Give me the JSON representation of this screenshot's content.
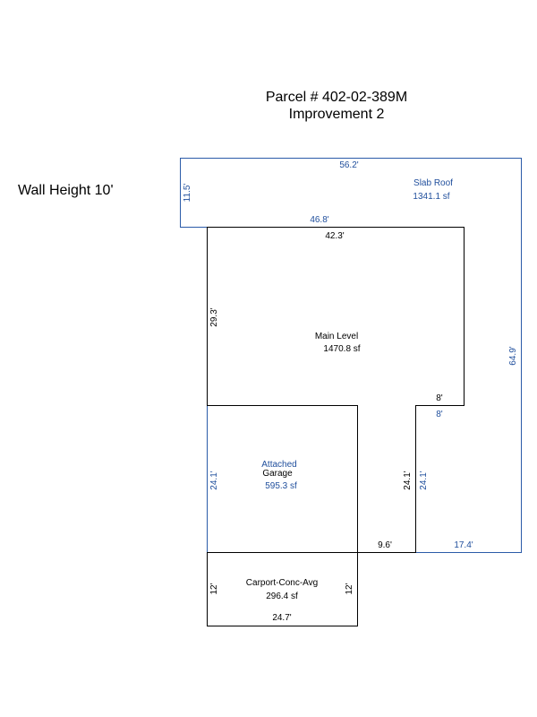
{
  "header": {
    "parcel": "Parcel # 402-02-389M",
    "improvement": "Improvement 2"
  },
  "wall_height": "Wall Height 10'",
  "areas": {
    "slab_roof": {
      "name": "Slab Roof",
      "area": "1341.1 sf"
    },
    "main_level": {
      "name": "Main Level",
      "area": "1470.8 sf"
    },
    "attached_garage": {
      "name_line1": "Attached",
      "name_line2": "Garage",
      "area": "595.3 sf"
    },
    "carport": {
      "name": "Carport-Conc-Avg",
      "area": "296.4 sf"
    }
  },
  "dimensions": {
    "slab_top": "56.2'",
    "slab_left": "11.5'",
    "slab_inner_top": "46.8'",
    "slab_right": "64.9'",
    "slab_bottom": "17.4'",
    "slab_step": "8'",
    "slab_inner_side": "24.1'",
    "main_top": "42.3'",
    "main_left": "29.3'",
    "main_step": "8'",
    "main_side": "24.1'",
    "main_bottom": "9.6'",
    "garage_side": "24.1'",
    "carport_left": "12'",
    "carport_right": "12'",
    "carport_bottom": "24.7'"
  },
  "colors": {
    "blue_label": "#1f4e9c",
    "blue_line": "#2b5ba8",
    "black": "#000000"
  }
}
